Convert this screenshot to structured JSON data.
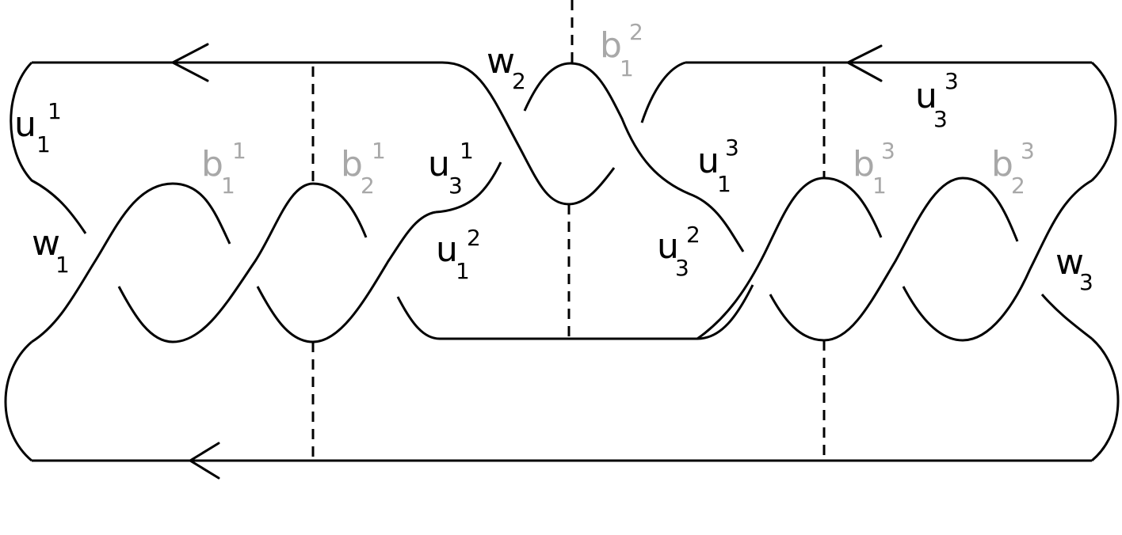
{
  "colors": {
    "strand": "#000000",
    "black_label": "#000000",
    "gray_label": "#a8a8a8"
  },
  "labels": {
    "u1_1": {
      "base": "u",
      "sub": "1",
      "sup": "1"
    },
    "w1": {
      "base": "w",
      "sub": "1"
    },
    "b1_1": {
      "base": "b",
      "sub": "1",
      "sup": "1"
    },
    "b2_1": {
      "base": "b",
      "sub": "2",
      "sup": "1"
    },
    "u3_1": {
      "base": "u",
      "sub": "3",
      "sup": "1"
    },
    "w2": {
      "base": "w",
      "sub": "2"
    },
    "b1_2": {
      "base": "b",
      "sub": "1",
      "sup": "2"
    },
    "u1_2": {
      "base": "u",
      "sub": "1",
      "sup": "2"
    },
    "u1_3": {
      "base": "u",
      "sub": "1",
      "sup": "3"
    },
    "u3_2": {
      "base": "u",
      "sub": "3",
      "sup": "2"
    },
    "u3_3": {
      "base": "u",
      "sub": "3",
      "sup": "3"
    },
    "b1_3": {
      "base": "b",
      "sub": "1",
      "sup": "3"
    },
    "b2_3": {
      "base": "b",
      "sub": "2",
      "sup": "3"
    },
    "w3": {
      "base": "w",
      "sub": "3"
    }
  }
}
